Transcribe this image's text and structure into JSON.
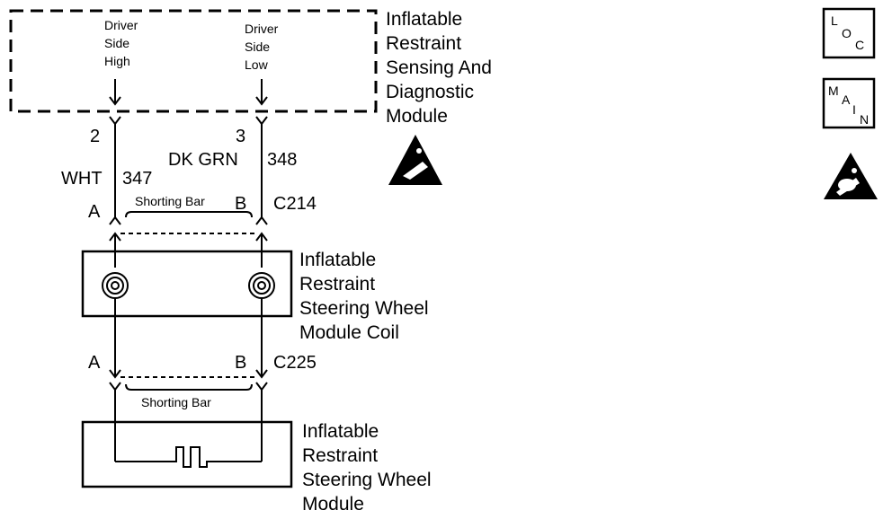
{
  "module_top": {
    "pin_left_name": [
      "Driver",
      "Side",
      "High"
    ],
    "pin_right_name": [
      "Driver",
      "Side",
      "Low"
    ],
    "title": [
      "Inflatable",
      "Restraint",
      "Sensing And",
      "Diagnostic",
      "Module"
    ],
    "pin_left_num": "2",
    "pin_right_num": "3"
  },
  "wires": {
    "left_color": "WHT",
    "left_circuit": "347",
    "right_color": "DK GRN",
    "right_circuit": "348"
  },
  "connector_c214": {
    "pin_a": "A",
    "pin_b": "B",
    "name": "C214",
    "shorting_bar": "Shorting Bar"
  },
  "coil_module": {
    "title": [
      "Inflatable",
      "Restraint",
      "Steering Wheel",
      "Module Coil"
    ]
  },
  "connector_c225": {
    "pin_a": "A",
    "pin_b": "B",
    "name": "C225",
    "shorting_bar": "Shorting Bar"
  },
  "wheel_module": {
    "title": [
      "Inflatable",
      "Restraint",
      "Steering Wheel",
      "Module"
    ]
  },
  "symbols": {
    "loc_letters": [
      "L",
      "O",
      "C"
    ],
    "main_letters": [
      "M",
      "A",
      "I",
      "N"
    ],
    "esd_icon": "esd-warning-icon",
    "airbag_icon": "airbag-warning-icon"
  }
}
